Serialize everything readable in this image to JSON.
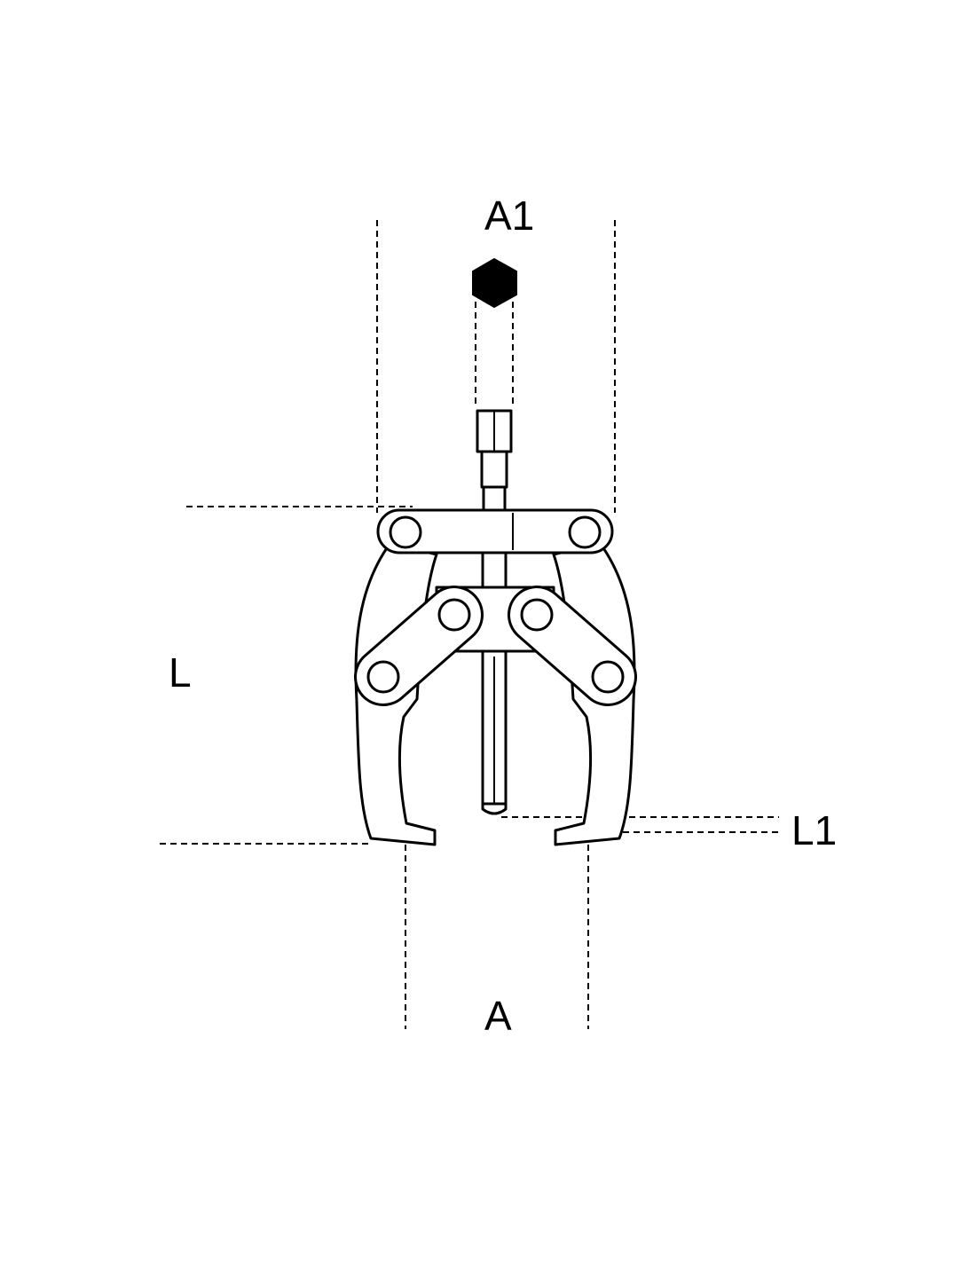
{
  "diagram": {
    "labels": {
      "a1": "A1",
      "l": "L",
      "l1": "L1",
      "a": "A"
    }
  },
  "colors": {
    "line": "#000000",
    "background": "#ffffff"
  },
  "icons": [
    "hexagon-icon"
  ]
}
